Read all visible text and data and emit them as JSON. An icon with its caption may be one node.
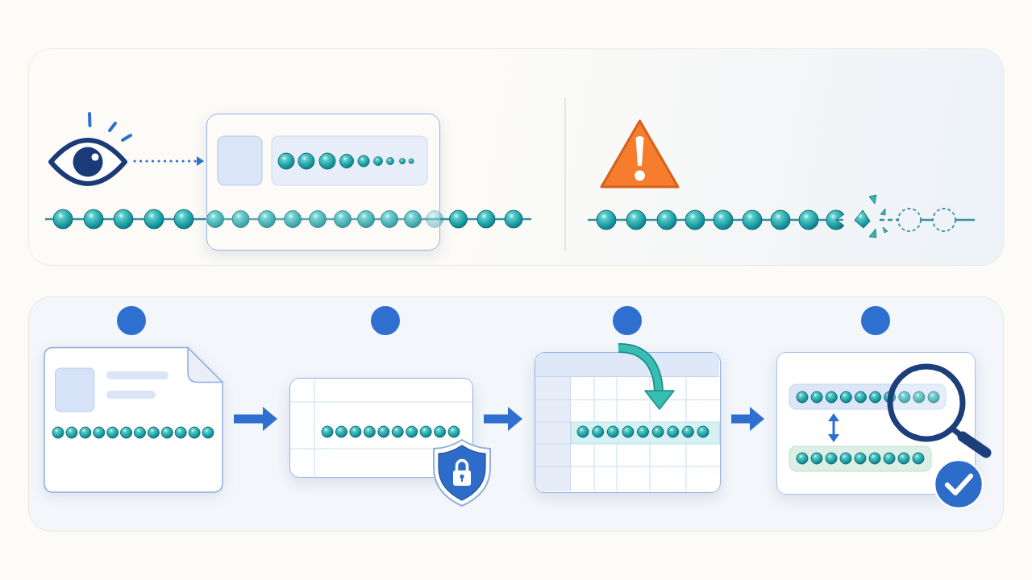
{
  "diagram": {
    "nodes": [
      {
        "text": [],
        "shape": "box"
      },
      {
        "text": [],
        "shape": "picture",
        "in": 0
      },
      {
        "text": [],
        "shape": "box",
        "in": 0
      },
      {
        "text": [],
        "shape": "box"
      },
      {
        "text": [],
        "shape": "box",
        "in": 3
      },
      {
        "text": [],
        "shape": "box",
        "in": 3
      },
      {
        "text": [],
        "shape": "box",
        "in": 3
      },
      {
        "text": [],
        "shape": "box",
        "in": 3
      }
    ],
    "edges": [
      {
        "from": 1,
        "to": 2,
        "arrow": "to",
        "style": "dashed"
      },
      {
        "from": 4,
        "to": 5,
        "arrow": "to"
      },
      {
        "from": 5,
        "to": 6,
        "arrow": "to"
      },
      {
        "from": 6,
        "to": 7,
        "arrow": "to"
      }
    ]
  }
}
